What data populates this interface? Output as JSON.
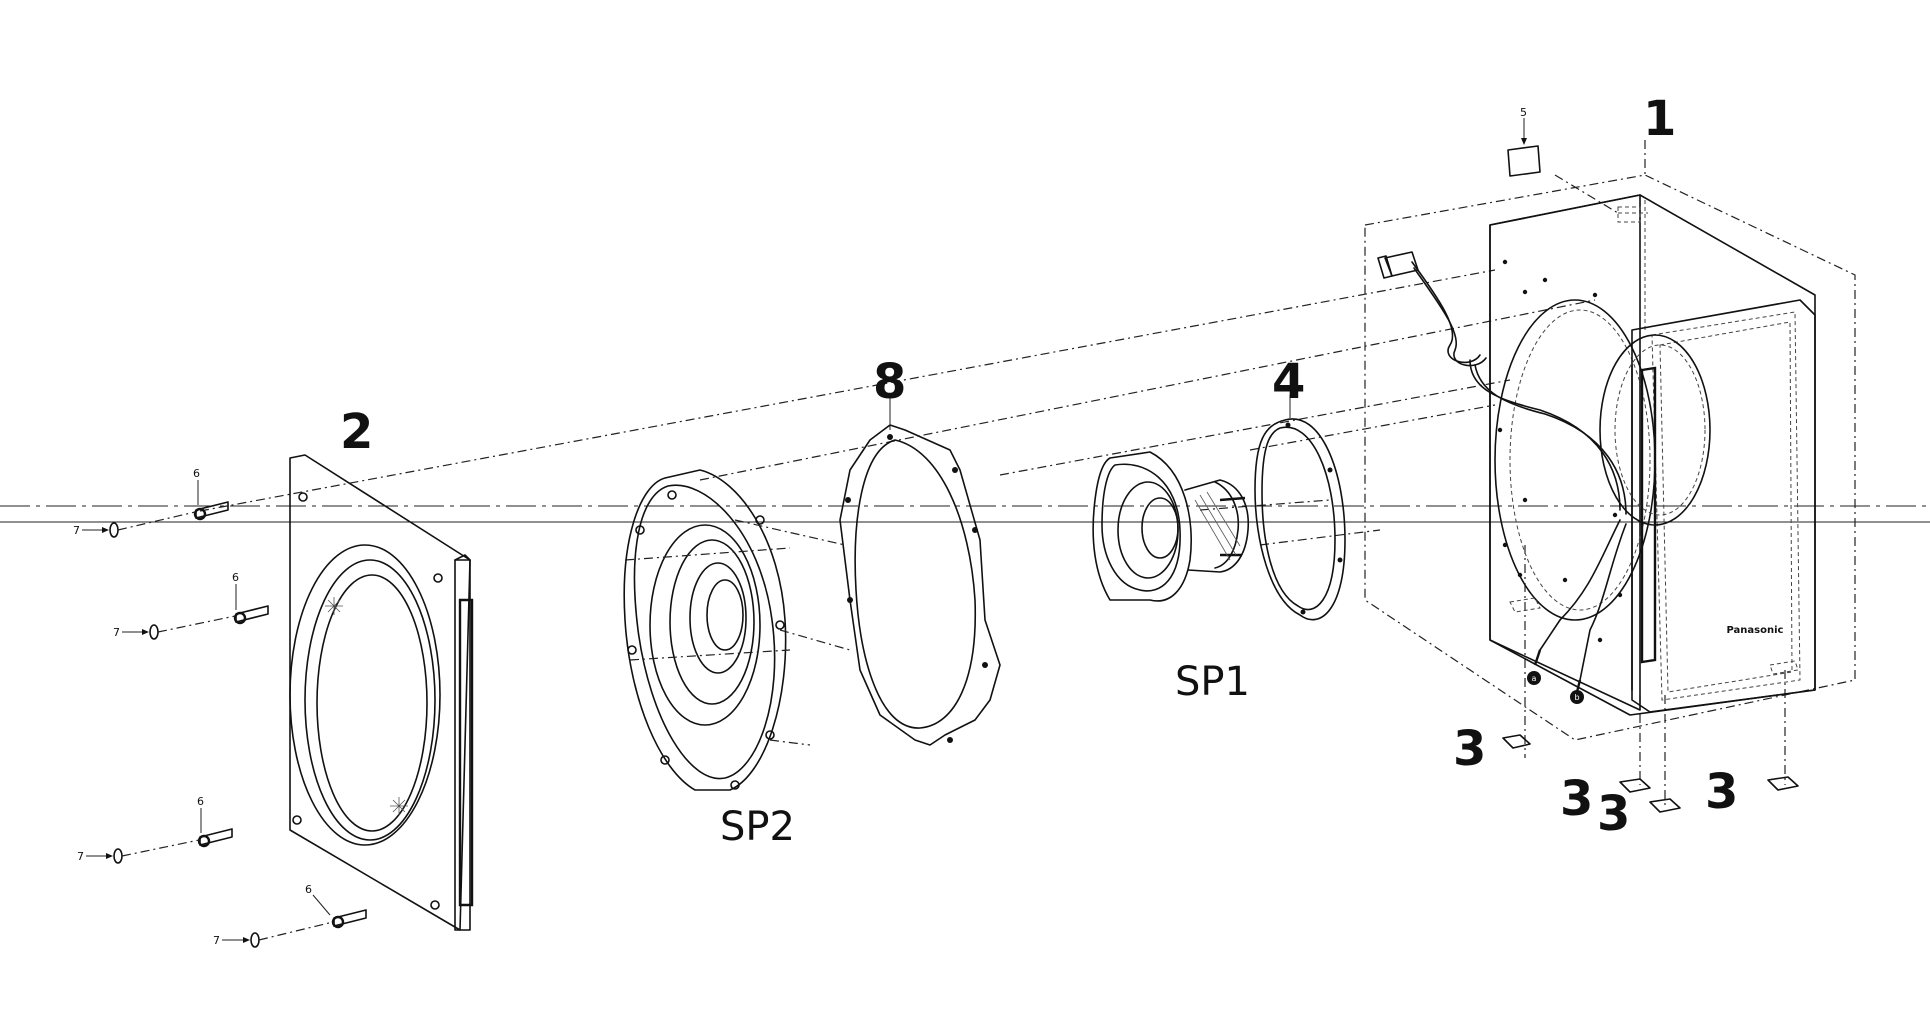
{
  "callouts": {
    "cabinet": "1",
    "front_panel": "2",
    "foot_a": "3",
    "foot_b": "3",
    "foot_c": "3",
    "foot_d": "3",
    "gasket_small": "4",
    "label": "5",
    "screw_1": "6",
    "screw_2": "6",
    "screw_3": "6",
    "screw_4": "6",
    "washer_1": "7",
    "washer_2": "7",
    "washer_3": "7",
    "washer_4": "7",
    "gasket_large": "8",
    "woofer": "SP2",
    "midrange": "SP1",
    "wire_a": "a",
    "wire_b": "b"
  },
  "brand_plate": "Panasonic"
}
